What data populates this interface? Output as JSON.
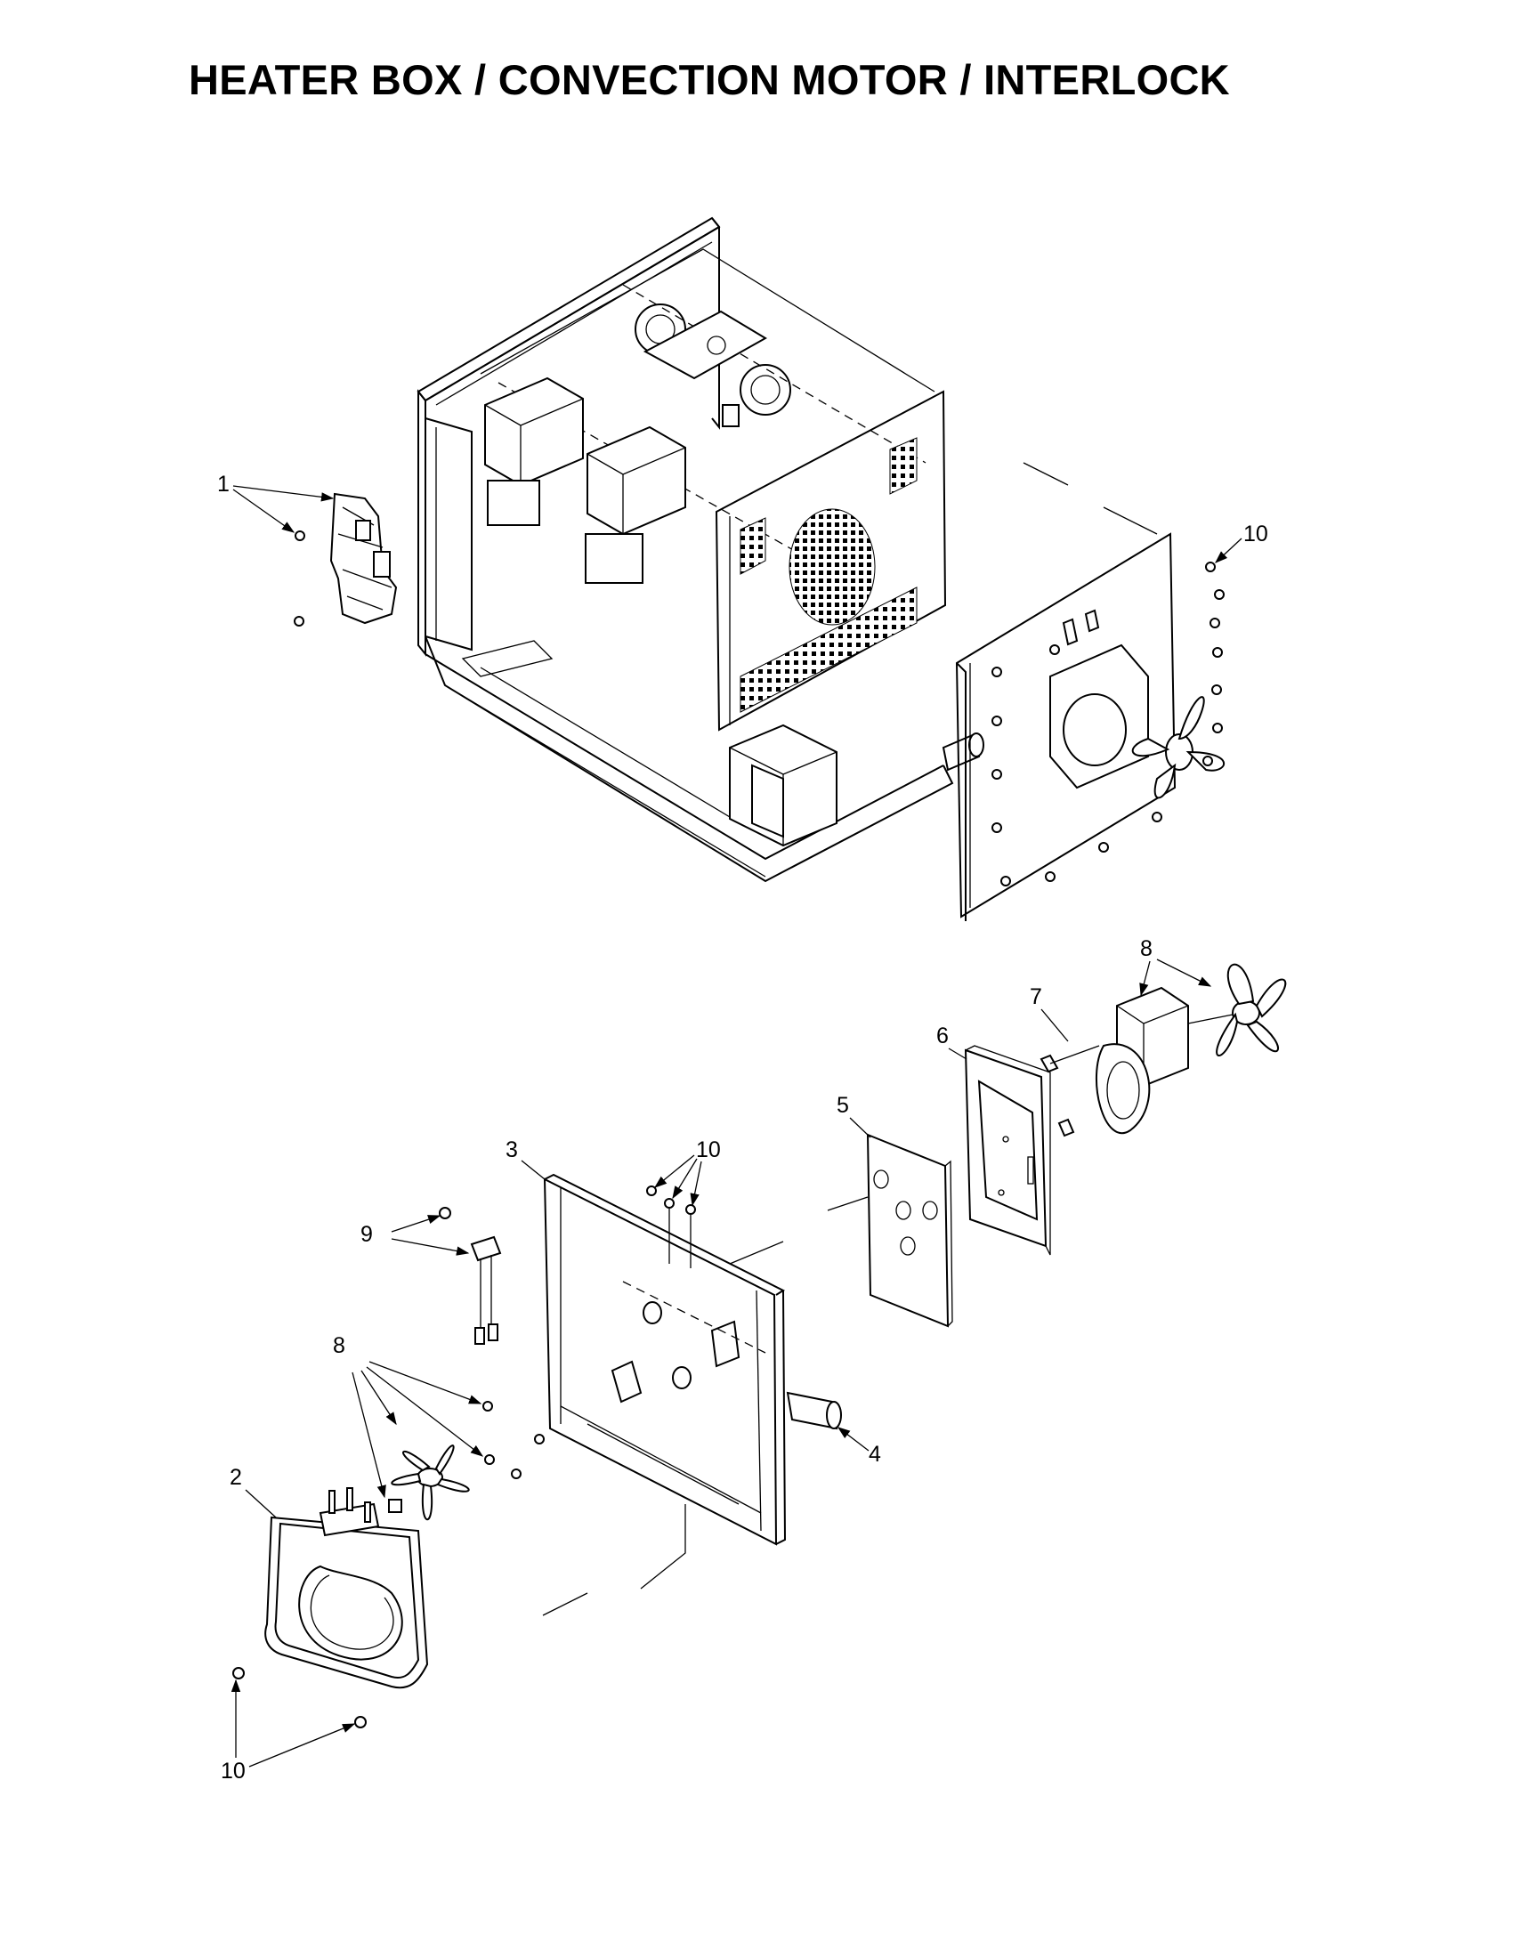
{
  "title": "HEATER BOX / CONVECTION MOTOR / INTERLOCK",
  "callouts": {
    "interlock_switch": "1",
    "heater_element": "2",
    "heater_box": "3",
    "bushing": "4",
    "insulation_panel": "5",
    "motor_plate": "6",
    "thermal_sensor": "7",
    "motor_fan_upper": "8",
    "motor_fan_lower": "8",
    "interlock_bracket": "9",
    "screw_upper_right": "10",
    "screw_box_top": "10",
    "screw_heater_bottom": "10"
  }
}
